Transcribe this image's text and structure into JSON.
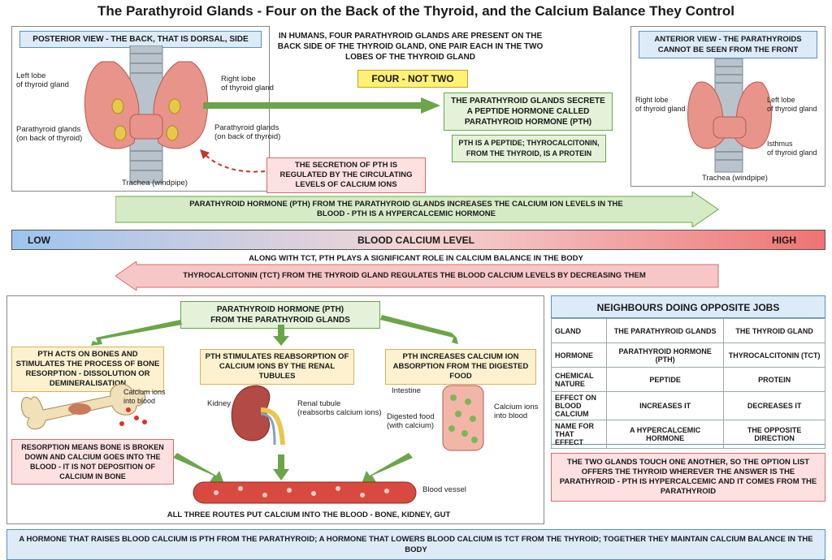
{
  "title": "The Parathyroid Glands - Four on the Back of the Thyroid, and the Calcium Balance They Control",
  "posterior": {
    "header": "POSTERIOR VIEW - THE BACK, THAT IS DORSAL, SIDE",
    "left_lobe": "Left lobe\nof thyroid gland",
    "right_lobe": "Right lobe\nof thyroid gland",
    "para_left": "Parathyroid glands\n(on back of thyroid)",
    "para_right": "Parathyroid glands\n(on back of thyroid)",
    "trachea": "Trachea (windpipe)"
  },
  "intro": {
    "text": "IN HUMANS, FOUR PARATHYROID GLANDS ARE PRESENT ON THE BACK SIDE OF THE THYROID GLAND, ONE PAIR EACH IN THE TWO LOBES OF THE THYROID GLAND",
    "badge": "FOUR - NOT TWO",
    "secrete": "THE PARATHYROID GLANDS SECRETE A PEPTIDE HORMONE CALLED PARATHYROID HORMONE (PTH)",
    "peptide": "PTH IS A PEPTIDE; THYROCALCITONIN, FROM THE THYROID, IS A PROTEIN",
    "regulated": "THE SECRETION OF PTH IS REGULATED BY THE CIRCULATING LEVELS OF CALCIUM IONS"
  },
  "anterior": {
    "header": "ANTERIOR VIEW - THE PARATHYROIDS CANNOT BE SEEN FROM THE FRONT",
    "right_lobe": "Right lobe\nof thyroid gland",
    "left_lobe": "Left lobe\nof thyroid gland",
    "isthmus": "Isthmus\nof thyroid gland",
    "trachea": "Trachea (windpipe)"
  },
  "pth_arrow": "PARATHYROID HORMONE (PTH) FROM THE PARATHYROID GLANDS INCREASES THE CALCIUM ION LEVELS IN THE BLOOD - PTH IS A HYPERCALCEMIC HORMONE",
  "calcium_bar": {
    "low": "LOW",
    "label": "BLOOD CALCIUM LEVEL",
    "high": "HIGH"
  },
  "along_with": "ALONG WITH TCT, PTH PLAYS A SIGNIFICANT ROLE IN CALCIUM BALANCE IN THE BODY",
  "tct_arrow": "THYROCALCITONIN (TCT) FROM THE THYROID GLAND REGULATES THE BLOOD CALCIUM LEVELS BY DECREASING THEM",
  "routes": {
    "pth_box": "PARATHYROID HORMONE (PTH)\nFROM THE PARATHYROID GLANDS",
    "bone_box": "PTH ACTS ON BONES AND STIMULATES THE PROCESS OF BONE RESORPTION - DISSOLUTION OR DEMINERALISATION",
    "kidney_box": "PTH STIMULATES REABSORPTION OF CALCIUM IONS BY THE RENAL TUBULES",
    "gut_box": "PTH INCREASES CALCIUM ION ABSORPTION FROM THE DIGESTED FOOD",
    "bone_ions": "Calcium ions\ninto blood",
    "kidney": "Kidney",
    "renal_tubule": "Renal tubule\n(reabsorbs calcium ions)",
    "intestine": "Intestine",
    "digested_food": "Digested food\n(with calcium)",
    "gut_ions": "Calcium ions\ninto blood",
    "resorption_note": "RESORPTION MEANS BONE IS BROKEN DOWN AND CALCIUM GOES INTO THE BLOOD - IT IS NOT DEPOSITION OF CALCIUM IN BONE",
    "blood_vessel": "Blood vessel",
    "all_three": "ALL THREE ROUTES PUT CALCIUM INTO THE BLOOD - BONE, KIDNEY, GUT"
  },
  "table": {
    "title": "NEIGHBOURS DOING OPPOSITE JOBS",
    "rows": [
      [
        "GLAND",
        "THE PARATHYROID GLANDS",
        "THE THYROID GLAND"
      ],
      [
        "HORMONE",
        "PARATHYROID HORMONE (PTH)",
        "THYROCALCITONIN (TCT)"
      ],
      [
        "CHEMICAL NATURE",
        "PEPTIDE",
        "PROTEIN"
      ],
      [
        "EFFECT ON BLOOD CALCIUM",
        "INCREASES IT",
        "DECREASES IT"
      ],
      [
        "NAME FOR THAT EFFECT",
        "A HYPERCALCEMIC HORMONE",
        "THE OPPOSITE DIRECTION"
      ]
    ]
  },
  "touch_note": "THE TWO GLANDS TOUCH ONE ANOTHER, SO THE OPTION LIST OFFERS THE THYROID WHEREVER THE ANSWER IS THE PARATHYROID - PTH IS HYPERCALCEMIC AND IT COMES FROM THE PARATHYROID",
  "footer": "A HORMONE THAT RAISES BLOOD CALCIUM IS PTH FROM THE PARATHYROID; A HORMONE THAT LOWERS BLOOD CALCIUM IS TCT FROM THE THYROID; TOGETHER THEY MAINTAIN CALCIUM BALANCE IN THE BODY",
  "colors": {
    "green_arrow": "#6ba54a",
    "red_arrow": "#d96b6b",
    "thyroid": "#e8948a",
    "parathyroid": "#e8c84a"
  }
}
